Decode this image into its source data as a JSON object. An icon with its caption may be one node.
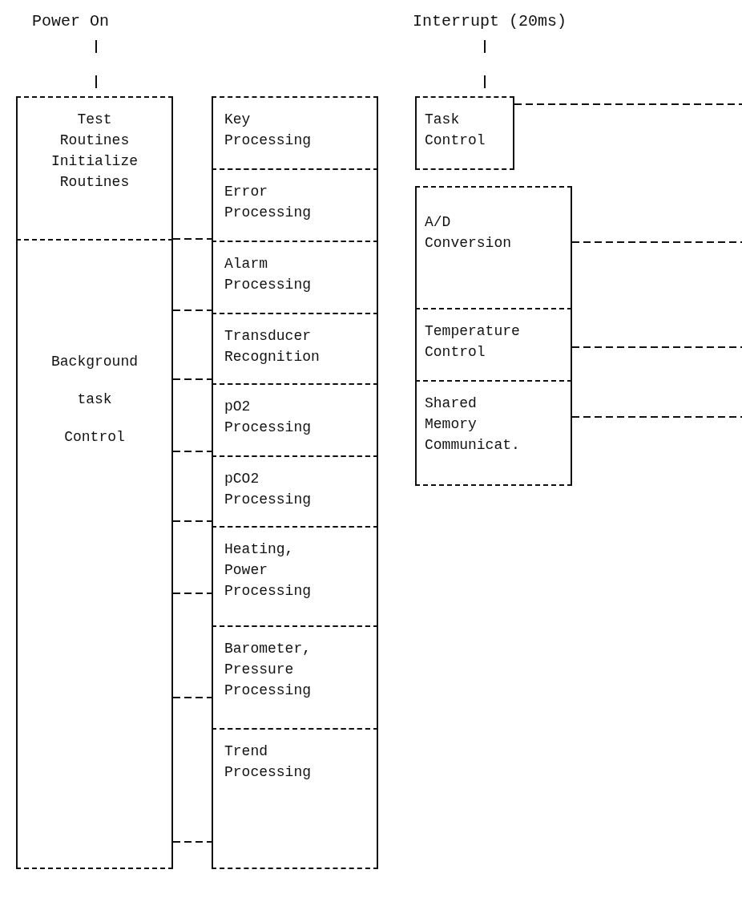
{
  "diagram": {
    "nodes": [
      {
        "text": [
          "Power On"
        ]
      },
      {
        "text": [
          "Test Routines Initialize Routines"
        ]
      },
      {
        "text": [
          "Background task Control"
        ]
      },
      {
        "text": [
          "Key Processing"
        ]
      },
      {
        "text": [
          "Error Processing"
        ]
      },
      {
        "text": [
          "Alarm Processing"
        ]
      },
      {
        "text": [
          "Transducer Recognition"
        ]
      },
      {
        "text": [
          "pO2 Processing"
        ]
      },
      {
        "text": [
          "pCO2 Processing"
        ]
      },
      {
        "text": [
          "Heating, Power Processing"
        ]
      },
      {
        "text": [
          "Barometer, Pressure Processing"
        ]
      },
      {
        "text": [
          "Trend Processing"
        ]
      },
      {
        "text": [
          "Interrupt (20ms)"
        ]
      },
      {
        "text": [
          "Task Control"
        ]
      },
      {
        "text": [
          "A/D Conversion"
        ]
      },
      {
        "text": [
          "Temperature Control"
        ]
      },
      {
        "text": [
          "Shared Memory Communicat."
        ]
      }
    ],
    "edges": [
      {
        "from": 0,
        "to": 1,
        "arrow": "none"
      },
      {
        "from": 2,
        "to": 4,
        "arrow": "none",
        "style": "dashed"
      },
      {
        "from": 2,
        "to": 5,
        "arrow": "none",
        "style": "dashed"
      },
      {
        "from": 2,
        "to": 6,
        "arrow": "none",
        "style": "dashed"
      },
      {
        "from": 2,
        "to": 7,
        "arrow": "none",
        "style": "dashed"
      },
      {
        "from": 2,
        "to": 8,
        "arrow": "none",
        "style": "dashed"
      },
      {
        "from": 2,
        "to": 9,
        "arrow": "none",
        "style": "dashed"
      },
      {
        "from": 2,
        "to": 10,
        "arrow": "none",
        "style": "dashed"
      },
      {
        "from": 2,
        "to": 11,
        "arrow": "none",
        "style": "dashed"
      },
      {
        "from": 12,
        "to": 13,
        "arrow": "none"
      },
      {
        "from": 13,
        "to": null,
        "arrow": "none",
        "style": "dashed"
      },
      {
        "from": 14,
        "to": null,
        "arrow": "none",
        "style": "dashed"
      },
      {
        "from": 15,
        "to": null,
        "arrow": "none",
        "style": "dashed"
      },
      {
        "from": 16,
        "to": null,
        "arrow": "none",
        "style": "dashed"
      }
    ]
  }
}
